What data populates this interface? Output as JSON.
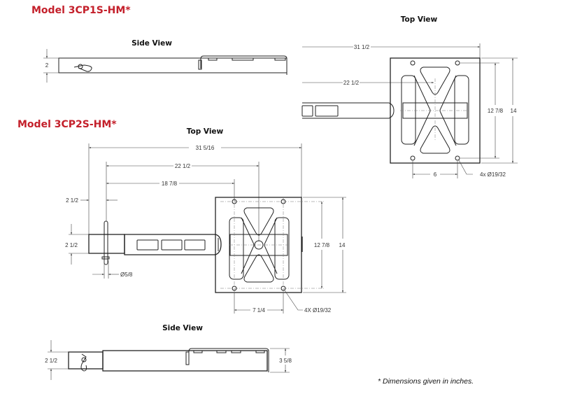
{
  "models": [
    {
      "title": "Model 3CP1S-HM*",
      "side_view": {
        "label": "Side View",
        "height_dim": "2"
      },
      "top_view": {
        "label": "Top View",
        "overall_length": "31 1/2",
        "center_length": "22 1/2",
        "hole_spacing_v": "12 7/8",
        "plate_height": "14",
        "hole_spacing_h": "6",
        "hole_callout": "4x Ø19/32"
      }
    },
    {
      "title": "Model 3CP2S-HM*",
      "top_view": {
        "label": "Top View",
        "overall_length": "31 5/16",
        "center_length": "22 1/2",
        "plate_offset": "18 7/8",
        "pin_offset": "2 1/2",
        "tube_width": "2 1/2",
        "pin_diameter": "Ø5/8",
        "hole_spacing_v": "12 7/8",
        "plate_height": "14",
        "hole_spacing_h": "7 1/4",
        "hole_callout": "4X Ø19/32"
      },
      "side_view": {
        "label": "Side View",
        "tube_height": "2 1/2",
        "bracket_height": "3 5/8"
      }
    }
  ],
  "footnote": "* Dimensions given in inches.",
  "colors": {
    "title": "#c4202b",
    "line": "#222222"
  }
}
